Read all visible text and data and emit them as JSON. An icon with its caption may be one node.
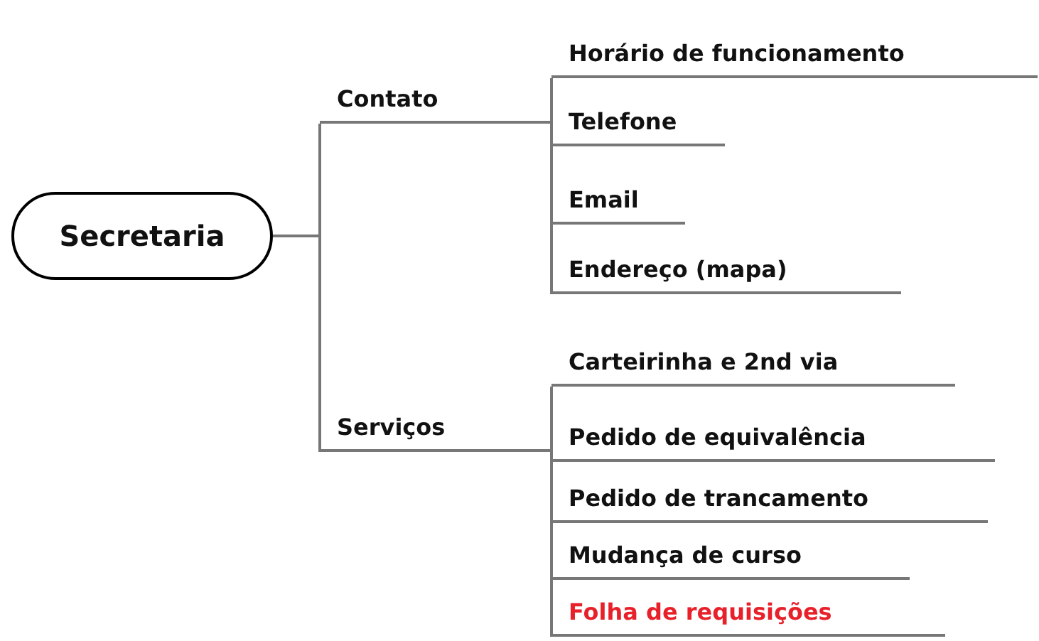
{
  "diagram": {
    "nodes": [
      {
        "text": [
          "Secretaria"
        ]
      },
      {
        "text": [
          "Contato"
        ]
      },
      {
        "text": [
          "Horário de funcionamento"
        ]
      },
      {
        "text": [
          "Telefone"
        ]
      },
      {
        "text": [
          "Email"
        ]
      },
      {
        "text": [
          "Endereço (mapa)"
        ]
      },
      {
        "text": [
          "Serviços"
        ]
      },
      {
        "text": [
          "Carteirinha e 2nd via"
        ]
      },
      {
        "text": [
          "Pedido de equivalência"
        ]
      },
      {
        "text": [
          "Pedido de trancamento"
        ]
      },
      {
        "text": [
          "Mudança de curso"
        ]
      },
      {
        "text": [
          "Folha de requisições"
        ]
      }
    ],
    "edges": [
      {
        "from": 0,
        "to": 1,
        "arrow": "none"
      },
      {
        "from": 0,
        "to": 6,
        "arrow": "none"
      },
      {
        "from": 1,
        "to": 2,
        "arrow": "none"
      },
      {
        "from": 1,
        "to": 3,
        "arrow": "none"
      },
      {
        "from": 1,
        "to": 4,
        "arrow": "none"
      },
      {
        "from": 1,
        "to": 5,
        "arrow": "none"
      },
      {
        "from": 6,
        "to": 7,
        "arrow": "none"
      },
      {
        "from": 6,
        "to": 8,
        "arrow": "none"
      },
      {
        "from": 6,
        "to": 9,
        "arrow": "none"
      },
      {
        "from": 6,
        "to": 10,
        "arrow": "none"
      },
      {
        "from": 6,
        "to": 11,
        "arrow": "none"
      }
    ]
  }
}
